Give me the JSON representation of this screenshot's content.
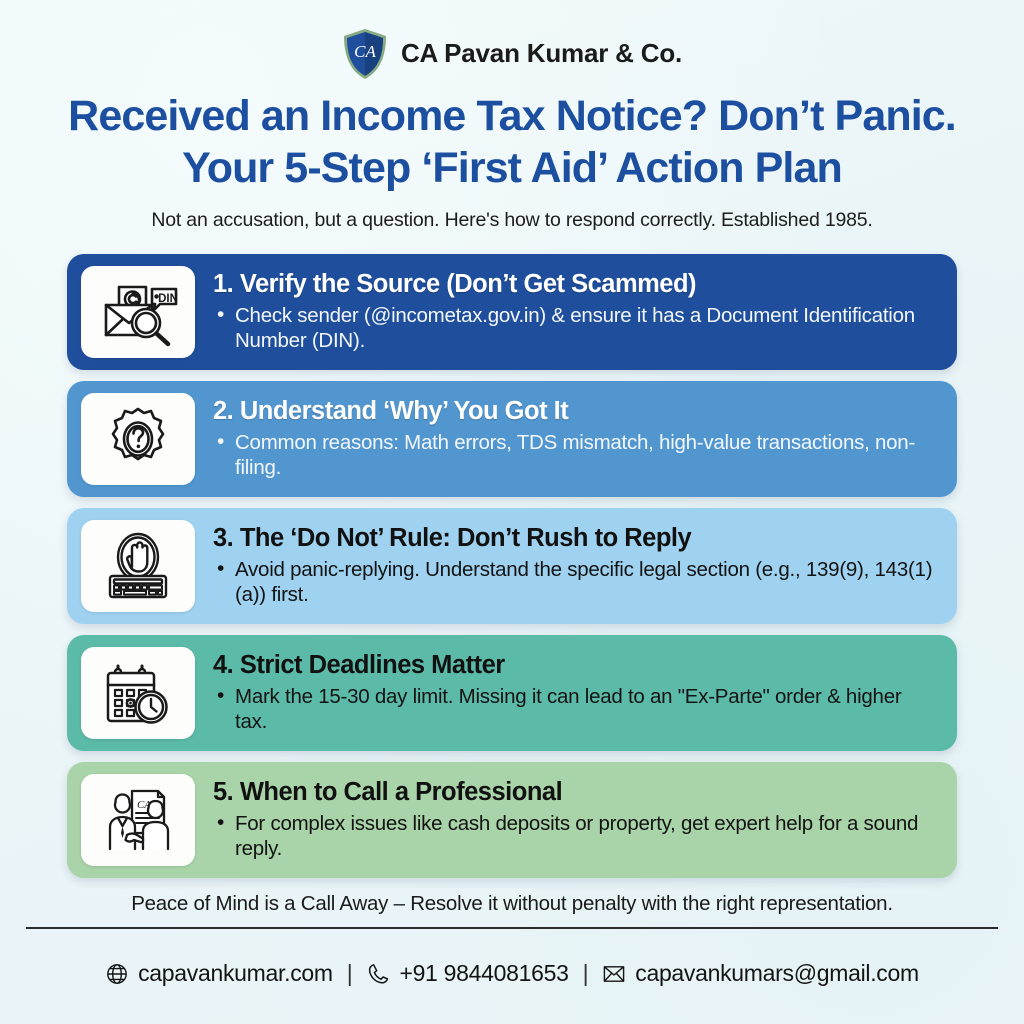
{
  "brand": {
    "logo_icon": "shield-ca-monogram",
    "name": "CA Pavan Kumar & Co.",
    "logo_colors": {
      "shield_blue": "#1f4e9c",
      "shield_edge": "#7aa87f"
    }
  },
  "header": {
    "title": "Received an Income Tax Notice? Don’t Panic. Your 5-Step ‘First Aid’ Action Plan",
    "title_color": "#1c4fa0",
    "subtitle": "Not an accusation, but a question. Here's how to respond correctly. Established 1985."
  },
  "steps": [
    {
      "number": "1.",
      "heading": "1. Verify the Source (Don’t Get Scammed)",
      "icon": "envelope-at-magnifier-din-icon",
      "bg_color": "#1f4e9c",
      "text_theme": "light",
      "points": [
        "Check sender (@incometax.gov.in) & ensure it has a Document Identification Number (DIN)."
      ]
    },
    {
      "number": "2.",
      "heading": "2. Understand ‘Why’ You Got It",
      "icon": "gear-question-mark-icon",
      "bg_color": "#5296d0",
      "text_theme": "light",
      "points": [
        "Common reasons: Math errors, TDS mismatch, high-value transactions, non-filing."
      ]
    },
    {
      "number": "3.",
      "heading": "3. The ‘Do Not’ Rule: Don’t Rush to Reply",
      "icon": "stop-hand-keyboard-icon",
      "bg_color": "#9ed2f0",
      "text_theme": "dark",
      "points": [
        "Avoid panic-replying. Understand the specific legal section (e.g., 139(9), 143(1)(a)) first."
      ]
    },
    {
      "number": "4.",
      "heading": "4. Strict Deadlines Matter",
      "icon": "calendar-clock-icon",
      "bg_color": "#5cbaa8",
      "text_theme": "dark",
      "points": [
        "Mark the 15-30 day limit. Missing it can lead to an \"Ex-Parte\" order & higher tax."
      ]
    },
    {
      "number": "5.",
      "heading": "5. When to Call a Professional",
      "icon": "handshake-advisor-document-icon",
      "bg_color": "#a9d3a9",
      "text_theme": "dark",
      "points": [
        "For complex issues like cash deposits or property, get expert help for a sound reply."
      ]
    }
  ],
  "closing": {
    "text": "Peace of Mind is a Call Away – Resolve it without penalty with the right representation."
  },
  "footer": {
    "website": {
      "icon": "globe-icon",
      "label": "capavankumar.com"
    },
    "separator_1": "|",
    "phone": {
      "icon": "phone-icon",
      "label": "+91 9844081653"
    },
    "separator_2": "|",
    "email": {
      "icon": "envelope-icon",
      "label": "capavankumars@gmail.com"
    }
  }
}
